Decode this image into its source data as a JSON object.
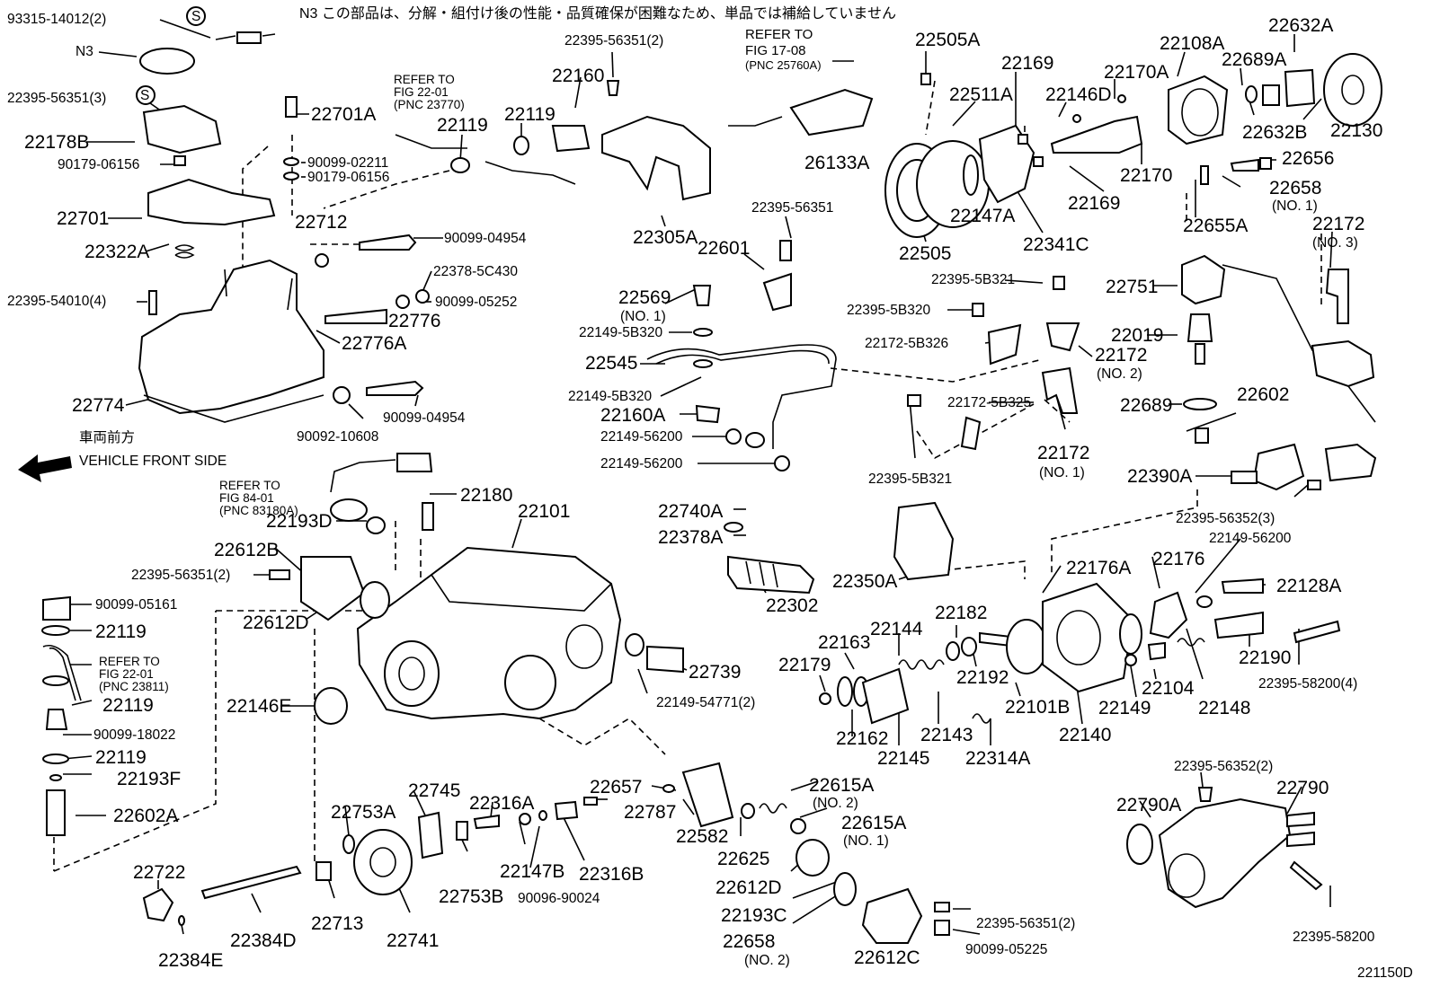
{
  "header_note": "N3 この部品は、分解・組付け後の性能・品質確保が困難なため、単品では補給していません",
  "vehicle_front_jp": "車両前方",
  "vehicle_front_en": "VEHICLE FRONT SIDE",
  "diagram_id": "221150D",
  "refer_fig_17_08": [
    "REFER TO",
    "FIG 17-08",
    "(PNC 25760A)"
  ],
  "refer_fig_22_01_a": [
    "REFER TO",
    "FIG 22-01",
    "(PNC 23770)"
  ],
  "refer_fig_84_01": [
    "REFER TO",
    "FIG 84-01",
    "(PNC 83180A)"
  ],
  "refer_fig_22_01_b": [
    "REFER TO",
    "FIG 22-01",
    "(PNC 23811)"
  ],
  "labels": {
    "l_93315_14012_2": "93315-14012(2)",
    "l_s1": "S",
    "l_n3": "N3",
    "l_22395_56351_3": "22395-56351(3)",
    "l_s2": "S",
    "l_22178B": "22178B",
    "l_90179_06156a": "90179-06156",
    "l_22701": "22701",
    "l_22322A": "22322A",
    "l_22395_54010_4": "22395-54010(4)",
    "l_22774": "22774",
    "l_22701A": "22701A",
    "l_90099_02211": "90099-02211",
    "l_90179_06156b": "90179-06156",
    "l_22712": "22712",
    "l_90099_04954a": "90099-04954",
    "l_22378_5C430": "22378-5C430",
    "l_90099_05252": "90099-05252",
    "l_22776": "22776",
    "l_22776A": "22776A",
    "l_90099_04954b": "90099-04954",
    "l_90092_10608": "90092-10608",
    "l_22395_56351_2a": "22395-56351(2)",
    "l_22160": "22160",
    "l_22119a": "22119",
    "l_22119b": "22119",
    "l_22305A": "22305A",
    "l_26133A": "26133A",
    "l_22395_56351": "22395-56351",
    "l_22601": "22601",
    "l_22569": "22569",
    "l_no1a": "(NO. 1)",
    "l_22149_5B320a": "22149-5B320",
    "l_22545": "22545",
    "l_22149_5B320b": "22149-5B320",
    "l_22160A": "22160A",
    "l_22149_56200a": "22149-56200",
    "l_22149_56200b": "22149-56200",
    "l_22505A": "22505A",
    "l_22511A": "22511A",
    "l_22169a": "22169",
    "l_22146D": "22146D",
    "l_22170A": "22170A",
    "l_22108A": "22108A",
    "l_22689A": "22689A",
    "l_22632A": "22632A",
    "l_22632B": "22632B",
    "l_22130": "22130",
    "l_22170": "22170",
    "l_22169b": "22169",
    "l_22147A": "22147A",
    "l_22505": "22505",
    "l_22341C": "22341C",
    "l_22656": "22656",
    "l_22658": "22658",
    "l_no1b": "(NO. 1)",
    "l_22655A": "22655A",
    "l_22172a": "22172",
    "l_no3": "(NO. 3)",
    "l_22395_5B321a": "22395-5B321",
    "l_22395_5B320": "22395-5B320",
    "l_22172_5B326": "22172-5B326",
    "l_22172_5B325": "22172-5B325",
    "l_22395_5B321b": "22395-5B321",
    "l_22172b": "22172",
    "l_no2a": "(NO. 2)",
    "l_22172c": "22172",
    "l_no1c": "(NO. 1)",
    "l_22751": "22751",
    "l_22019": "22019",
    "l_22689": "22689",
    "l_22602": "22602",
    "l_22390A": "22390A",
    "l_22395_56352_3": "22395-56352(3)",
    "l_22180": "22180",
    "l_22101": "22101",
    "l_22193D": "22193D",
    "l_22612B": "22612B",
    "l_22395_56351_2b": "22395-56351(2)",
    "l_22612D": "22612D",
    "l_90099_05161": "90099-05161",
    "l_22119c": "22119",
    "l_22119d": "22119",
    "l_90099_18022": "90099-18022",
    "l_22119e": "22119",
    "l_22193F": "22193F",
    "l_22602A": "22602A",
    "l_22146E": "22146E",
    "l_22740A": "22740A",
    "l_22378A": "22378A",
    "l_22302": "22302",
    "l_22350A": "22350A",
    "l_22176A": "22176A",
    "l_22176": "22176",
    "l_22149_56200c": "22149-56200",
    "l_22128A": "22128A",
    "l_22739": "22739",
    "l_22149_54771_2": "22149-54771(2)",
    "l_22179": "22179",
    "l_22163": "22163",
    "l_22144": "22144",
    "l_22182": "22182",
    "l_22192": "22192",
    "l_22162": "22162",
    "l_22145": "22145",
    "l_22143": "22143",
    "l_22314A": "22314A",
    "l_22101B": "22101B",
    "l_22140": "22140",
    "l_22149": "22149",
    "l_22104": "22104",
    "l_22148": "22148",
    "l_22190": "22190",
    "l_22395_58200_4": "22395-58200(4)",
    "l_22657": "22657",
    "l_22615A_a": "22615A",
    "l_no2b": "(NO. 2)",
    "l_22615A_b": "22615A",
    "l_no1d": "(NO. 1)",
    "l_22582": "22582",
    "l_22625": "22625",
    "l_22612D_b": "22612D",
    "l_22193C": "22193C",
    "l_22658b": "22658",
    "l_no2c": "(NO. 2)",
    "l_22612C": "22612C",
    "l_22395_56351_2c": "22395-56351(2)",
    "l_90099_05225": "90099-05225",
    "l_22745": "22745",
    "l_22316A": "22316A",
    "l_22787": "22787",
    "l_22753A": "22753A",
    "l_22147B": "22147B",
    "l_22316B": "22316B",
    "l_22753B": "22753B",
    "l_90096_90024": "90096-90024",
    "l_22722": "22722",
    "l_22713": "22713",
    "l_22741": "22741",
    "l_22384D": "22384D",
    "l_22384E": "22384E",
    "l_22395_56352_2": "22395-56352(2)",
    "l_22790A": "22790A",
    "l_22790": "22790",
    "l_22395_58200": "22395-58200"
  }
}
